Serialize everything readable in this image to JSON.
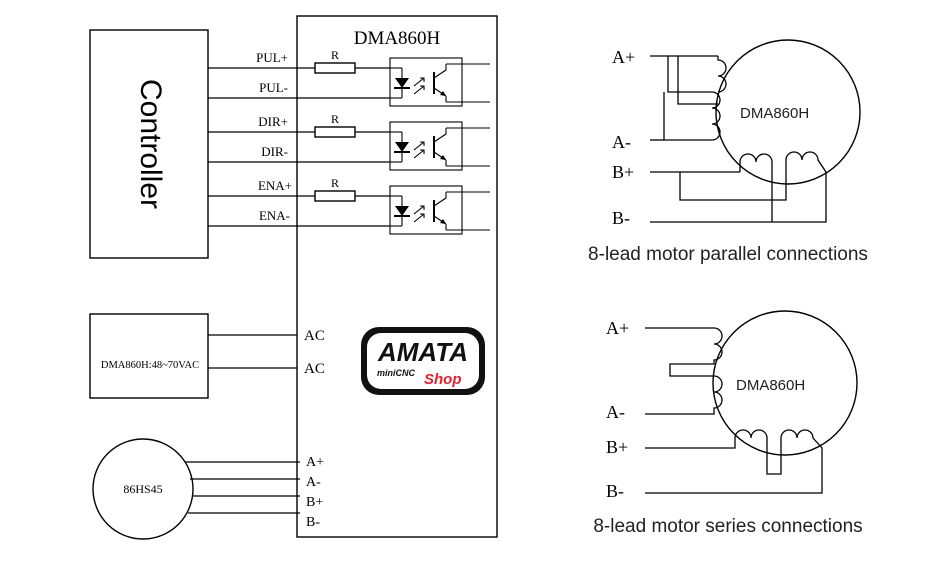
{
  "wiring": {
    "driver_title": "DMA860H",
    "controller_label": "Controller",
    "signals": {
      "pul_plus": "PUL+",
      "pul_minus": "PUL-",
      "dir_plus": "DIR+",
      "dir_minus": "DIR-",
      "ena_plus": "ENA+",
      "ena_minus": "ENA-"
    },
    "resistor_label": "R",
    "power_supply_label": "DMA860H:48~70VAC",
    "ac_labels": [
      "AC",
      "AC"
    ],
    "motor_label": "86HS45",
    "motor_terminals": [
      "A+",
      "A-",
      "B+",
      "B-"
    ]
  },
  "logo": {
    "brand": "AMATA",
    "sub": "miniCNC",
    "shop": "Shop",
    "colors": {
      "frame": "#111111",
      "shop": "#e8202a",
      "text": "#111111"
    }
  },
  "parallel": {
    "labels": [
      "A+",
      "A-",
      "B+",
      "B-"
    ],
    "motor_text": "DMA860H",
    "caption": "8-lead motor parallel connections"
  },
  "series": {
    "labels": [
      "A+",
      "A-",
      "B+",
      "B-"
    ],
    "motor_text": "DMA860H",
    "caption": "8-lead motor series connections"
  }
}
